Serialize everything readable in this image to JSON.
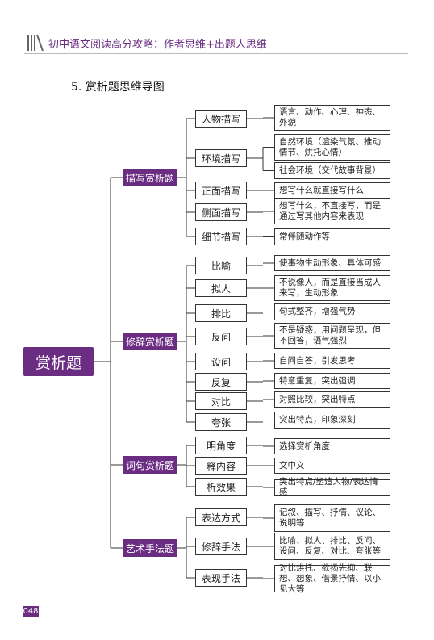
{
  "header": {
    "title": "初中语文阅读高分攻略：作者思维+出题人思维"
  },
  "section_title": "5. 赏析题思维导图",
  "root": "赏析题",
  "categories": [
    {
      "label": "描写赏析题",
      "items": [
        {
          "label": "人物描写",
          "descs": [
            "语言、动作、心理、神态、外貌"
          ]
        },
        {
          "label": "环境描写",
          "descs": [
            "自然环境（渲染气氛、推动情节、烘托心情）",
            "社会环境（交代故事背景）"
          ]
        },
        {
          "label": "正面描写",
          "descs": [
            "想写什么就直接写什么"
          ]
        },
        {
          "label": "侧面描写",
          "descs": [
            "想写什么，不直接写，而是通过写其他内容来表现"
          ]
        },
        {
          "label": "细节描写",
          "descs": [
            "常伴随动作等"
          ]
        }
      ]
    },
    {
      "label": "修辞赏析题",
      "items": [
        {
          "label": "比喻",
          "descs": [
            "使事物生动形象、具体可感"
          ]
        },
        {
          "label": "拟人",
          "descs": [
            "不说像人，而是直接当成人来写，生动形象"
          ]
        },
        {
          "label": "排比",
          "descs": [
            "句式整齐，增强气势"
          ]
        },
        {
          "label": "反问",
          "descs": [
            "不是疑惑，用问题呈现，但不回答，语气强烈"
          ]
        },
        {
          "label": "设问",
          "descs": [
            "自问自答，引发思考"
          ]
        },
        {
          "label": "反复",
          "descs": [
            "特意重复，突出强调"
          ]
        },
        {
          "label": "对比",
          "descs": [
            "对照比较，突出特点"
          ]
        },
        {
          "label": "夸张",
          "descs": [
            "突出特点，印象深刻"
          ]
        }
      ]
    },
    {
      "label": "词句赏析题",
      "items": [
        {
          "label": "明角度",
          "descs": [
            "选择赏析角度"
          ]
        },
        {
          "label": "释内容",
          "descs": [
            "文中义"
          ]
        },
        {
          "label": "析效果",
          "descs": [
            "突出特点/塑造人物/表达情感"
          ]
        }
      ]
    },
    {
      "label": "艺术手法题",
      "items": [
        {
          "label": "表达方式",
          "descs": [
            "记叙、描写、抒情、议论、说明等"
          ]
        },
        {
          "label": "修辞手法",
          "descs": [
            "比喻、拟人、排比、反问、设问、反复、对比、夸张等"
          ]
        },
        {
          "label": "表现手法",
          "descs": [
            "对比烘托、欲扬先抑、联想、想象、借景抒情、以小见大等"
          ]
        }
      ]
    }
  ],
  "page_number": "048",
  "colors": {
    "accent": "#6a2d82"
  }
}
